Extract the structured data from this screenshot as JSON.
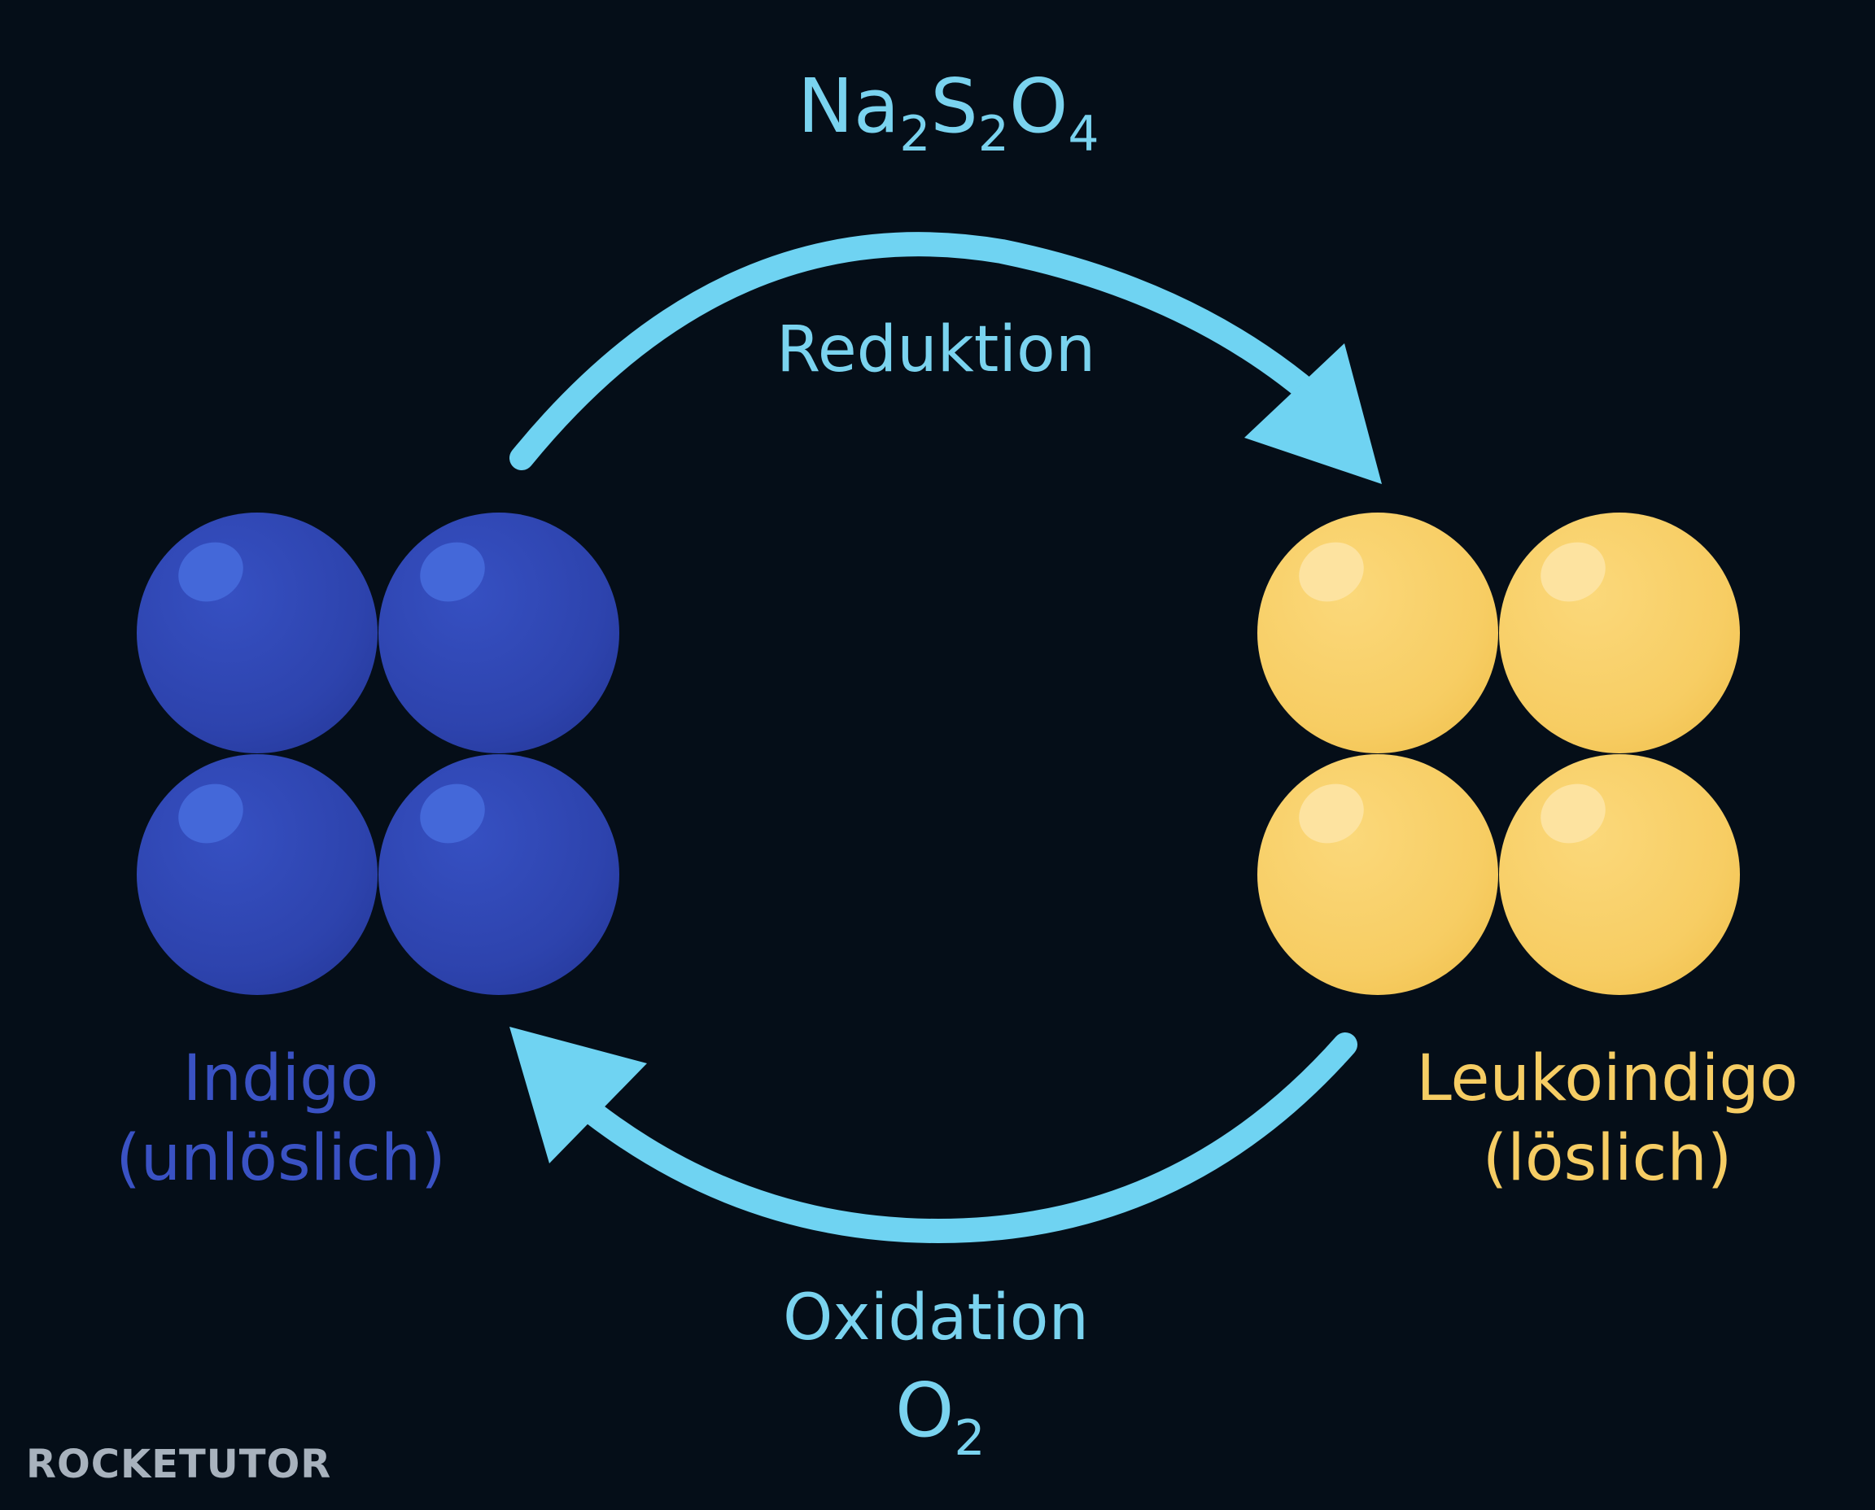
{
  "reduction": {
    "reagent": {
      "base1": "Na",
      "sub1": "2",
      "base2": "S",
      "sub2": "2",
      "base3": "O",
      "sub3": "4"
    },
    "label": "Reduktion"
  },
  "oxidation": {
    "label": "Oxidation",
    "reagent": {
      "base1": "O",
      "sub1": "2"
    }
  },
  "indigo": {
    "name": "Indigo",
    "solubility": "(unlöslich)",
    "color": "#2f44b0"
  },
  "leukoindigo": {
    "name": "Leukoindigo",
    "solubility": "(löslich)",
    "color": "#f6cd64"
  },
  "arrow_color": "#6fd3f2",
  "logo": {
    "text": "ROCKETUTOR"
  }
}
